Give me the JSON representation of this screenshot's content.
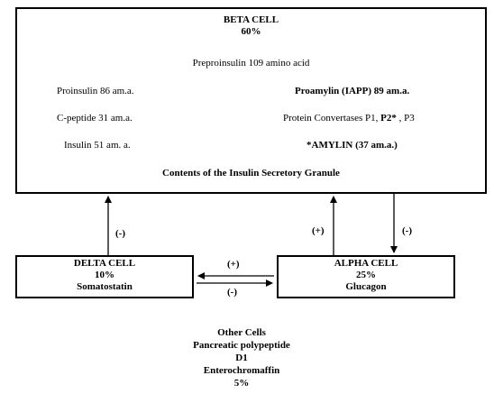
{
  "beta_cell": {
    "title": "BETA CELL",
    "percent": "60%",
    "preproinsulin": "Preproinsulin 109 amino acid",
    "left_items": [
      "Proinsulin 86 am.a.",
      "C-peptide 31 am.a.",
      "Insulin 51 am. a."
    ],
    "proamylin": "Proamylin (IAPP) 89 am.a.",
    "convertases": {
      "a": "Protein Convertases P1, ",
      "b": "P2*",
      "c": " , P3"
    },
    "amylin": "*AMYLIN (37 am.a.)",
    "granule": "Contents of the Insulin Secretory Granule"
  },
  "delta_cell": {
    "title": "DELTA CELL",
    "percent": "10%",
    "hormone": "Somatostatin"
  },
  "alpha_cell": {
    "title": "ALPHA CELL",
    "percent": "25%",
    "hormone": "Glucagon"
  },
  "arrows": {
    "delta_to_beta": "(-)",
    "alpha_to_beta": "(+)",
    "beta_to_alpha": "(-)",
    "alpha_to_delta": "(+)",
    "delta_to_alpha": "(-)"
  },
  "other_cells": {
    "title": "Other Cells",
    "line1": "Pancreatic polypeptide",
    "line2": "D1",
    "line3": "Enterochromaffin",
    "percent": "5%"
  }
}
